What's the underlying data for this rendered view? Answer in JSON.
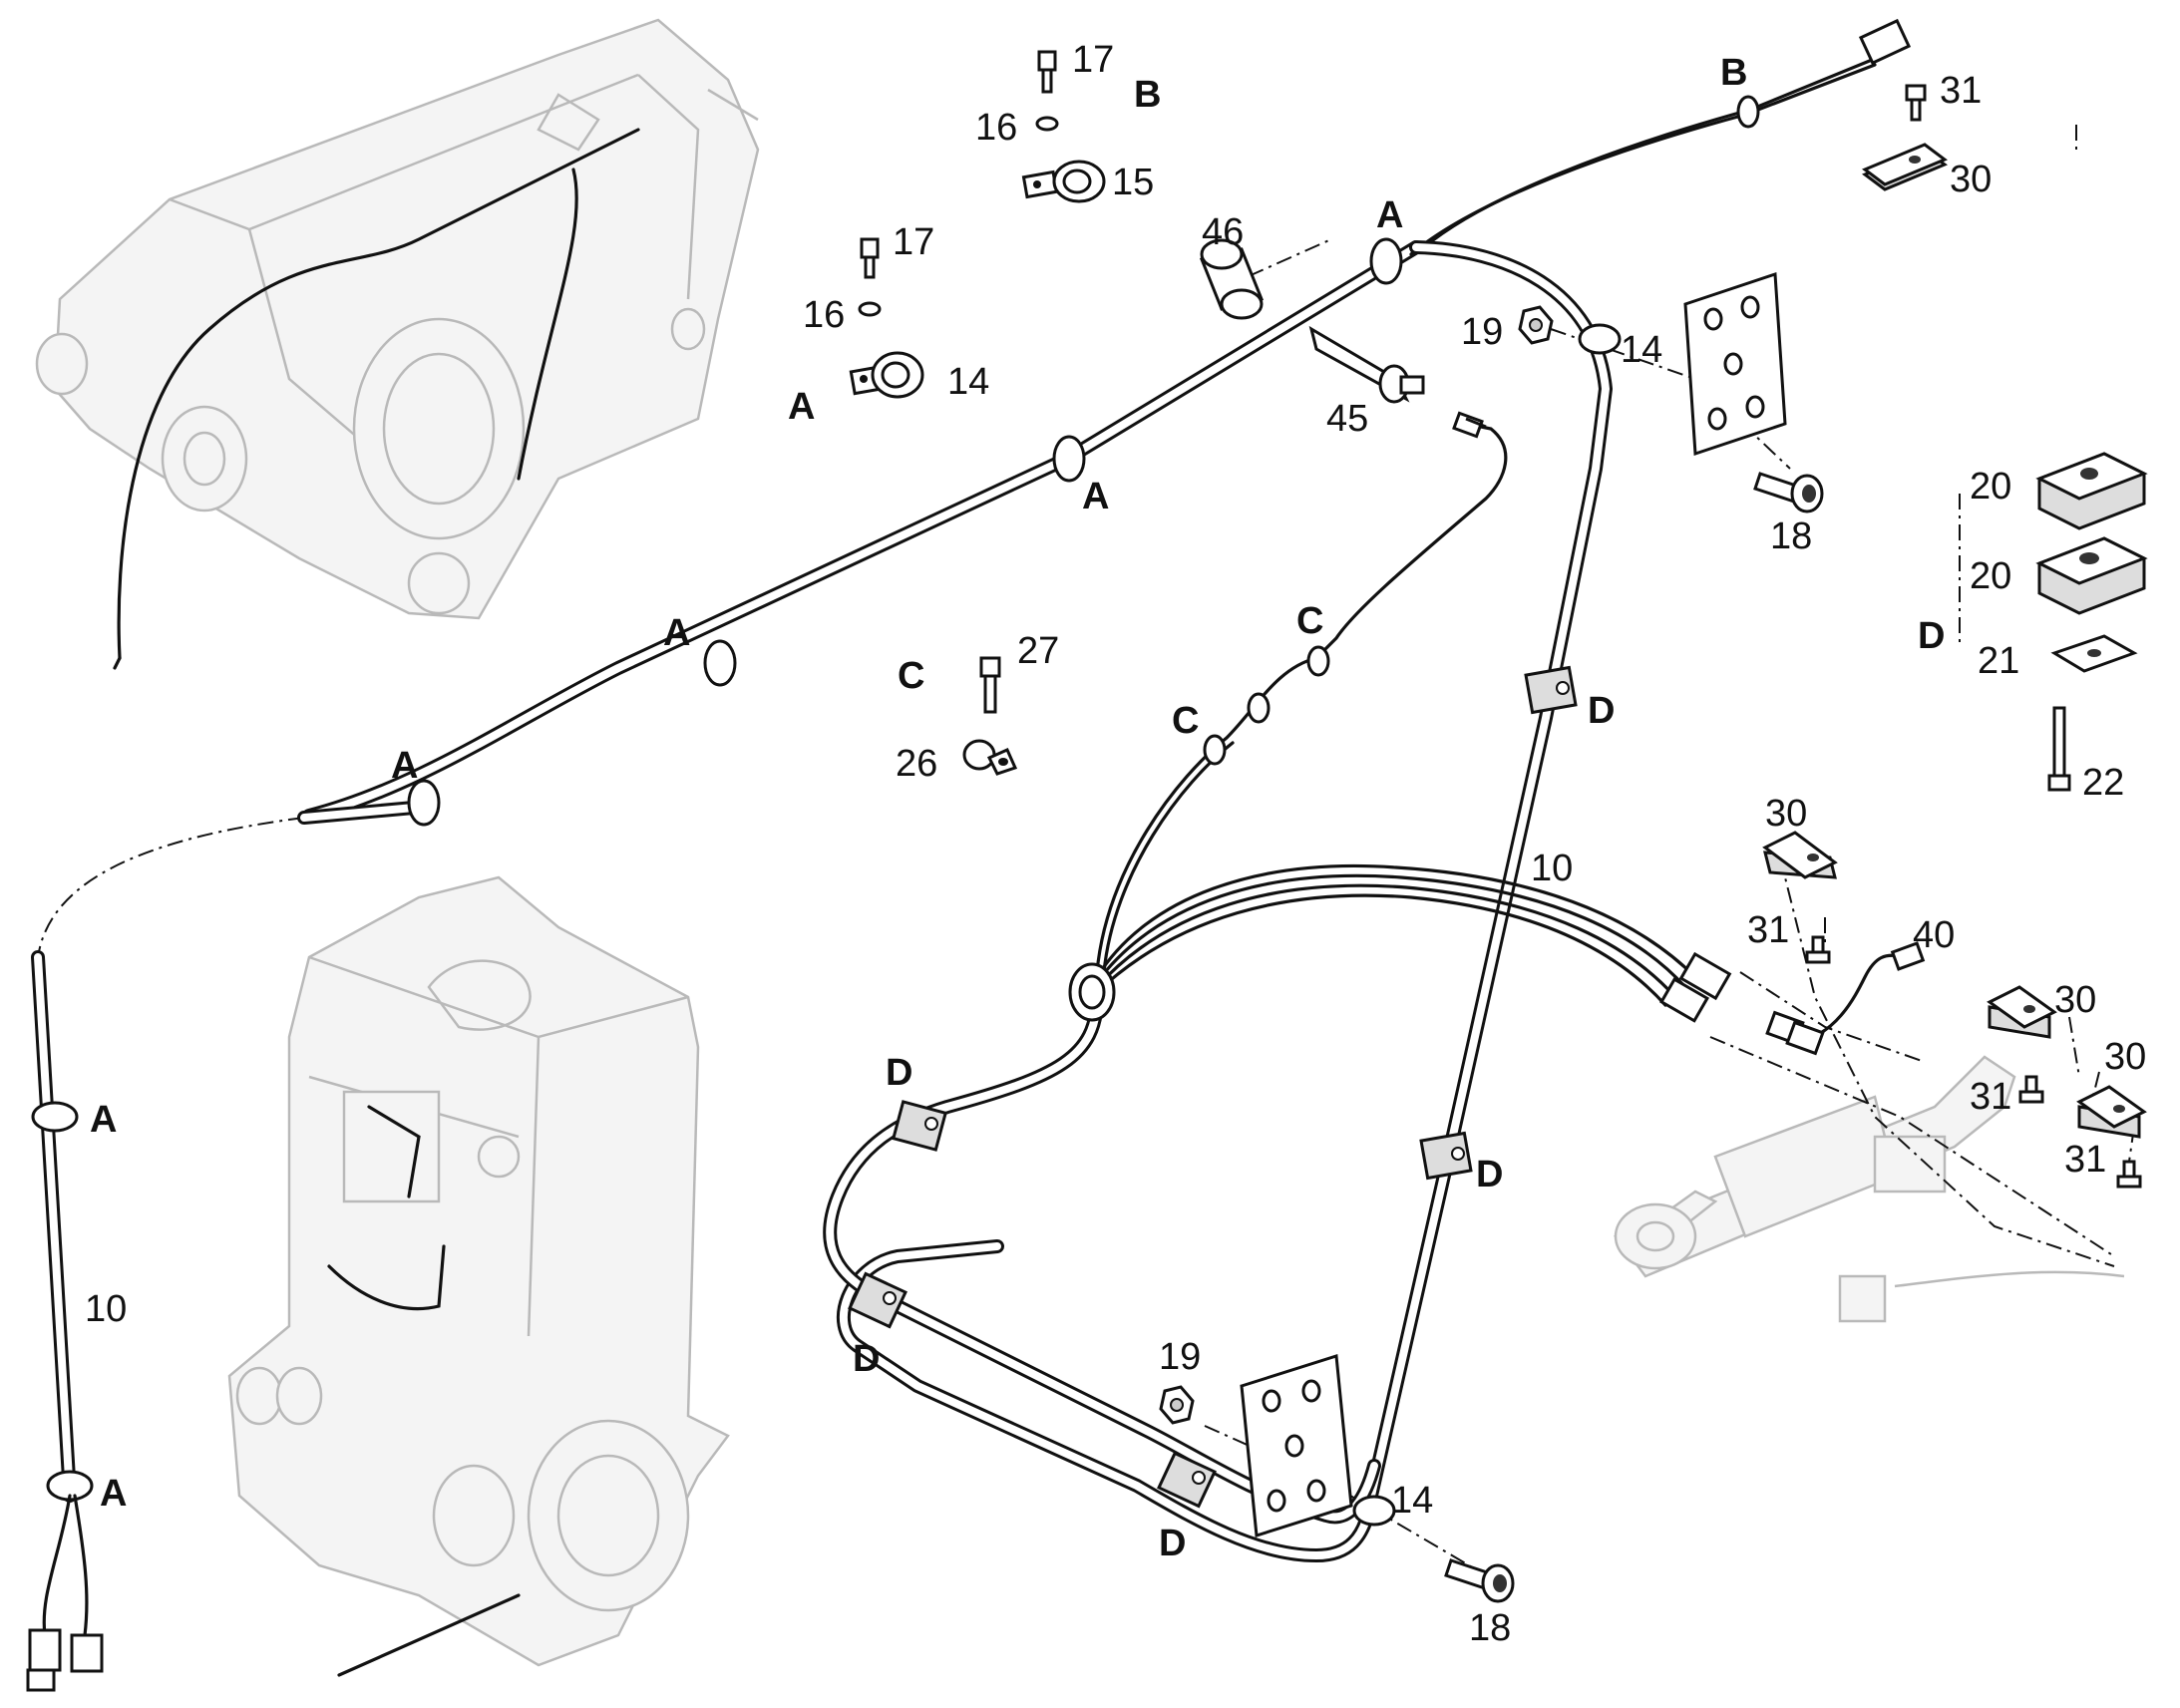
{
  "labels": [
    {
      "id": "l17a",
      "text": "17"
    },
    {
      "id": "lBa",
      "text": "B"
    },
    {
      "id": "l16a",
      "text": "16"
    },
    {
      "id": "l15",
      "text": "15"
    },
    {
      "id": "l17b",
      "text": "17"
    },
    {
      "id": "l16b",
      "text": "16"
    },
    {
      "id": "l14a",
      "text": "14"
    },
    {
      "id": "lAa",
      "text": "A"
    },
    {
      "id": "l46",
      "text": "46"
    },
    {
      "id": "l45",
      "text": "45"
    },
    {
      "id": "lAb",
      "text": "A"
    },
    {
      "id": "lAc",
      "text": "A"
    },
    {
      "id": "lAd",
      "text": "A"
    },
    {
      "id": "lAe",
      "text": "A"
    },
    {
      "id": "lBb",
      "text": "B"
    },
    {
      "id": "l31a",
      "text": "31"
    },
    {
      "id": "l30a",
      "text": "30"
    },
    {
      "id": "l19a",
      "text": "19"
    },
    {
      "id": "l14b",
      "text": "14"
    },
    {
      "id": "l18a",
      "text": "18"
    },
    {
      "id": "l20a",
      "text": "20"
    },
    {
      "id": "l20b",
      "text": "20"
    },
    {
      "id": "lDa",
      "text": "D"
    },
    {
      "id": "l21",
      "text": "21"
    },
    {
      "id": "l22",
      "text": "22"
    },
    {
      "id": "lCa",
      "text": "C"
    },
    {
      "id": "l27",
      "text": "27"
    },
    {
      "id": "lCb",
      "text": "C"
    },
    {
      "id": "l26",
      "text": "26"
    },
    {
      "id": "lCc",
      "text": "C"
    },
    {
      "id": "lDb",
      "text": "D"
    },
    {
      "id": "l10a",
      "text": "10"
    },
    {
      "id": "l30b",
      "text": "30"
    },
    {
      "id": "l31b",
      "text": "31"
    },
    {
      "id": "l40",
      "text": "40"
    },
    {
      "id": "l30c",
      "text": "30"
    },
    {
      "id": "l31c",
      "text": "31"
    },
    {
      "id": "l30d",
      "text": "30"
    },
    {
      "id": "l31d",
      "text": "31"
    },
    {
      "id": "lAf",
      "text": "A"
    },
    {
      "id": "l10b",
      "text": "10"
    },
    {
      "id": "lAg",
      "text": "A"
    },
    {
      "id": "lDc",
      "text": "D"
    },
    {
      "id": "lDd",
      "text": "D"
    },
    {
      "id": "lDe",
      "text": "D"
    },
    {
      "id": "l19b",
      "text": "19"
    },
    {
      "id": "lDf",
      "text": "D"
    },
    {
      "id": "l14c",
      "text": "14"
    },
    {
      "id": "l18b",
      "text": "18"
    }
  ]
}
